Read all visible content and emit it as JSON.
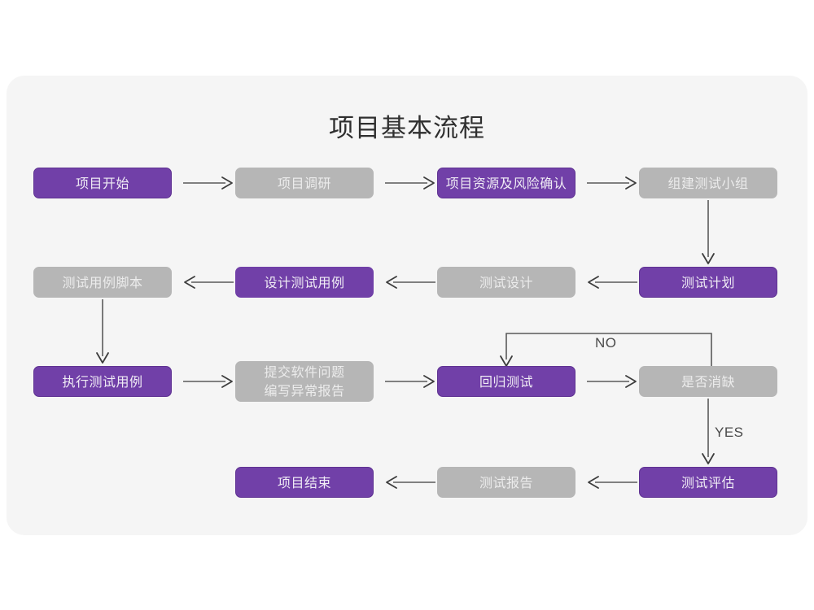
{
  "diagram": {
    "title": "项目基本流程",
    "type": "flowchart",
    "card_color": "#f5f5f5",
    "page_background": "#ffffff",
    "palette": {
      "active": "#7140a8",
      "active_border": "#5f3392",
      "active_text": "#f0ecf5",
      "inactive": "#b6b6b6",
      "inactive_text": "#ececec",
      "connector": "#5a5a5a",
      "title_text": "#2f2f2f"
    },
    "nodes": [
      {
        "id": "n1",
        "label": "项目开始",
        "state": "active",
        "row": 1,
        "col": 1
      },
      {
        "id": "n2",
        "label": "项目调研",
        "state": "inactive",
        "row": 1,
        "col": 2
      },
      {
        "id": "n3",
        "label": "项目资源及风险确认",
        "state": "active",
        "row": 1,
        "col": 3
      },
      {
        "id": "n4",
        "label": "组建测试小组",
        "state": "inactive",
        "row": 1,
        "col": 4
      },
      {
        "id": "n5",
        "label": "测试用例脚本",
        "state": "inactive",
        "row": 2,
        "col": 1
      },
      {
        "id": "n6",
        "label": "设计测试用例",
        "state": "active",
        "row": 2,
        "col": 2
      },
      {
        "id": "n7",
        "label": "测试设计",
        "state": "inactive",
        "row": 2,
        "col": 3
      },
      {
        "id": "n8",
        "label": "测试计划",
        "state": "active",
        "row": 2,
        "col": 4
      },
      {
        "id": "n9",
        "label": "执行测试用例",
        "state": "active",
        "row": 3,
        "col": 1
      },
      {
        "id": "n10",
        "label": "提交软件问题\n编写异常报告",
        "state": "inactive",
        "row": 3,
        "col": 2
      },
      {
        "id": "n11",
        "label": "回归测试",
        "state": "active",
        "row": 3,
        "col": 3
      },
      {
        "id": "n12",
        "label": "是否消缺",
        "state": "inactive",
        "row": 3,
        "col": 4
      },
      {
        "id": "n13",
        "label": "项目结束",
        "state": "active",
        "row": 4,
        "col": 2
      },
      {
        "id": "n14",
        "label": "测试报告",
        "state": "inactive",
        "row": 4,
        "col": 3
      },
      {
        "id": "n15",
        "label": "测试评估",
        "state": "active",
        "row": 4,
        "col": 4
      }
    ],
    "edges": [
      {
        "from": "n1",
        "to": "n2",
        "direction": "right",
        "label": ""
      },
      {
        "from": "n2",
        "to": "n3",
        "direction": "right",
        "label": ""
      },
      {
        "from": "n3",
        "to": "n4",
        "direction": "right",
        "label": ""
      },
      {
        "from": "n4",
        "to": "n8",
        "direction": "down",
        "label": ""
      },
      {
        "from": "n8",
        "to": "n7",
        "direction": "left",
        "label": ""
      },
      {
        "from": "n7",
        "to": "n6",
        "direction": "left",
        "label": ""
      },
      {
        "from": "n6",
        "to": "n5",
        "direction": "left",
        "label": ""
      },
      {
        "from": "n5",
        "to": "n9",
        "direction": "down",
        "label": ""
      },
      {
        "from": "n9",
        "to": "n10",
        "direction": "right",
        "label": ""
      },
      {
        "from": "n10",
        "to": "n11",
        "direction": "right",
        "label": ""
      },
      {
        "from": "n11",
        "to": "n12",
        "direction": "right",
        "label": ""
      },
      {
        "from": "n12",
        "to": "n11",
        "direction": "loop-up-left",
        "label": "NO"
      },
      {
        "from": "n12",
        "to": "n15",
        "direction": "down",
        "label": "YES"
      },
      {
        "from": "n15",
        "to": "n14",
        "direction": "left",
        "label": ""
      },
      {
        "from": "n14",
        "to": "n13",
        "direction": "left",
        "label": ""
      }
    ],
    "edge_labels": {
      "no": "NO",
      "yes": "YES"
    }
  }
}
